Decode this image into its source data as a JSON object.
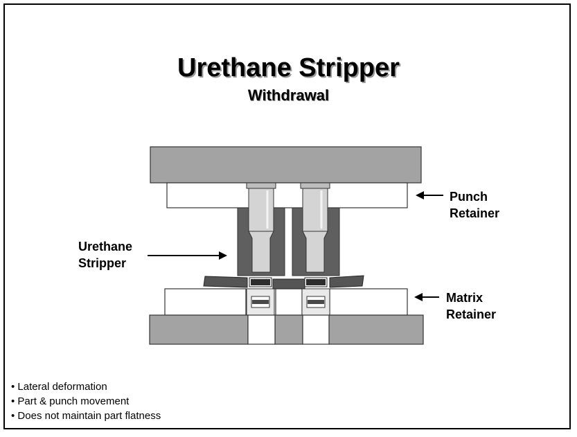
{
  "title": "Urethane Stripper",
  "subtitle": "Withdrawal",
  "labels": {
    "punch_retainer": [
      "Punch",
      "Retainer"
    ],
    "urethane_stripper": [
      "Urethane",
      "Stripper"
    ],
    "matrix_retainer": [
      "Matrix",
      "Retainer"
    ]
  },
  "bullets": [
    "Lateral deformation",
    "Part & punch movement",
    "Does not maintain part flatness"
  ],
  "colors": {
    "top_plate": "#a3a3a3",
    "bottom_plate": "#a3a3a3",
    "retainer": "#ffffff",
    "urethane": "#5f5f5f",
    "punch": "#d4d4d4",
    "strip": "#555555"
  }
}
